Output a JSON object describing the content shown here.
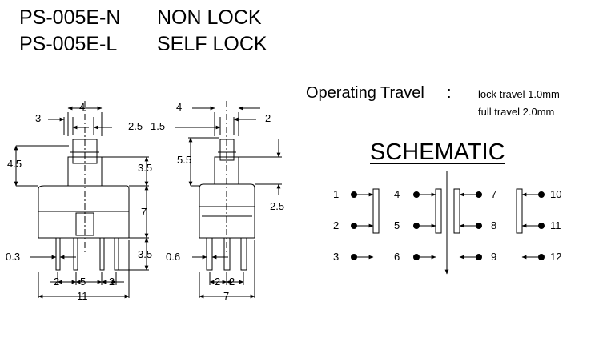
{
  "models": [
    {
      "part": "PS-005E-N",
      "type": "NON LOCK"
    },
    {
      "part": "PS-005E-L",
      "type": "SELF LOCK"
    }
  ],
  "operating_travel": {
    "label": "Operating Travel",
    "colon": ":",
    "lock_travel": "lock travel 1.0mm",
    "full_travel": "full travel 2.0mm"
  },
  "schematic": {
    "title": "SCHEMATIC",
    "pins": [
      "1",
      "2",
      "3",
      "4",
      "5",
      "6",
      "7",
      "8",
      "9",
      "10",
      "11",
      "12"
    ]
  },
  "front_view": {
    "dims": {
      "top_width": "4",
      "left_offset": "3",
      "right_offset": "2.5",
      "plunger_height": "4.5",
      "upper_height": "3.5",
      "body_height": "7",
      "lead_length": "3.5",
      "lead_width": "0.3",
      "pitch_a": "2",
      "pitch_b": "5",
      "pitch_c": "2",
      "total_width": "11"
    }
  },
  "side_view": {
    "dims": {
      "top_width": "4",
      "left_offset": "1.5",
      "right_offset": "2",
      "plunger_height": "5.5",
      "body_step": "2.5",
      "lead_width": "0.6",
      "pitch_a": "2",
      "pitch_b": "2",
      "total_width": "7"
    }
  }
}
